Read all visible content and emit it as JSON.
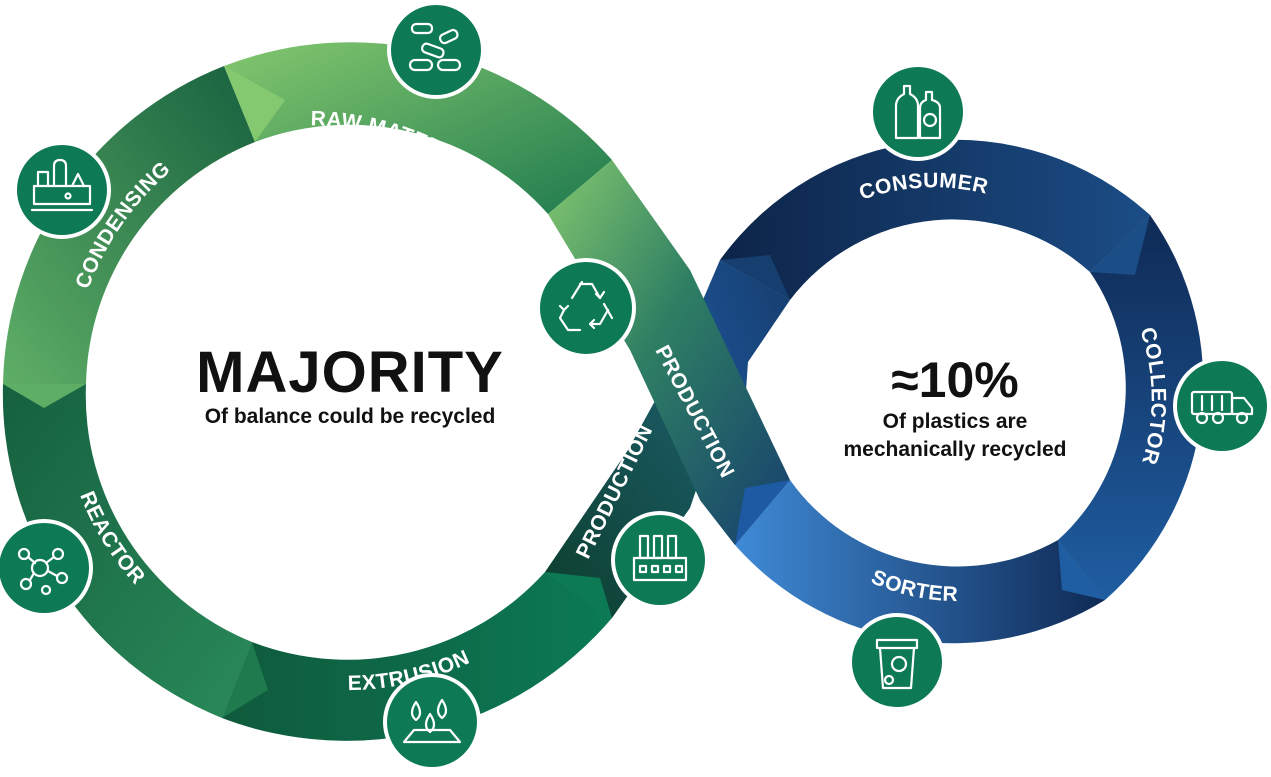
{
  "left_loop": {
    "headline": "MAJORITY",
    "caption": "Of balance could be recycled",
    "segments": [
      "RAW MATERIAL",
      "CONDENSING",
      "REACTOR",
      "EXTRUSION",
      "PRODUCTION",
      "PRODUCTION"
    ]
  },
  "right_loop": {
    "headline": "≈10%",
    "caption_line1": "Of plastics are",
    "caption_line2": "mechanically recycled",
    "segments": [
      "CONSUMER",
      "COLLECTOR",
      "SORTER"
    ]
  },
  "icons": [
    "pipes-raw-material-icon",
    "factory-condensing-icon",
    "molecule-reactor-icon",
    "droplets-extrusion-icon",
    "recycle-icon",
    "factory-production-icon",
    "bottles-consumer-icon",
    "truck-collector-icon",
    "bin-sorter-icon"
  ],
  "colors": {
    "green_light": "#84c86f",
    "green_dark": "#0f5a3c",
    "blue_light": "#3f8ad6",
    "blue_dark": "#0f2a55",
    "badge_green": "#0e7a55"
  }
}
